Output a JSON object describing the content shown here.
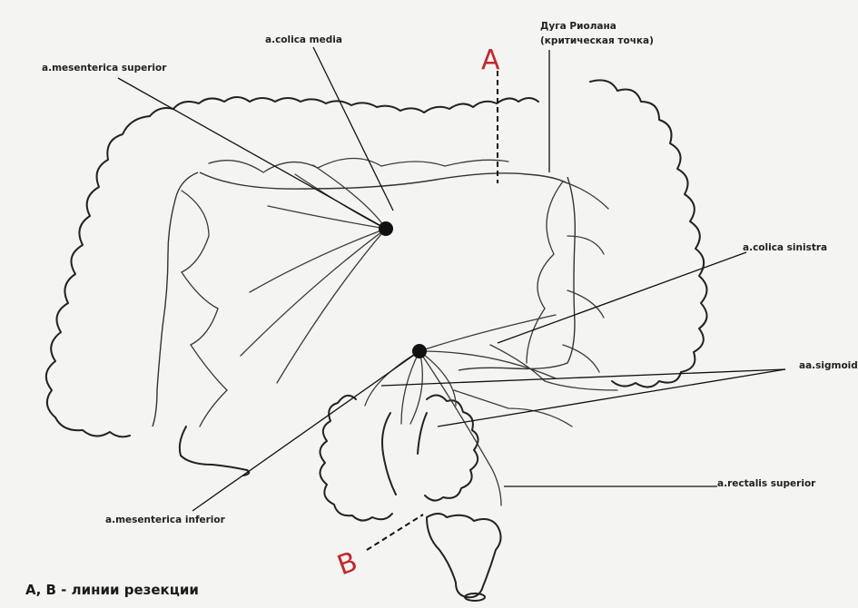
{
  "labels": {
    "mes_sup": "a.mesenterica superior",
    "colica_media": "a.colica media",
    "riolan_line1": "Дуга Риолана",
    "riolan_line2": "(критическая точка)",
    "colica_sinistra": "a.colica sinistra",
    "sigmoideae": "aa.sigmoideae",
    "rectalis_sup": "a.rectalis superior",
    "mes_inf": "a.mesenterica inferior",
    "line_a": "A",
    "line_b": "B",
    "legend": "А, В - линии резекции"
  },
  "colors": {
    "resection_letters": "#c0282d",
    "ink": "#222222",
    "paper": "#f4f4f2"
  },
  "icons": [
    "origin-dot-sma",
    "origin-dot-ima"
  ]
}
